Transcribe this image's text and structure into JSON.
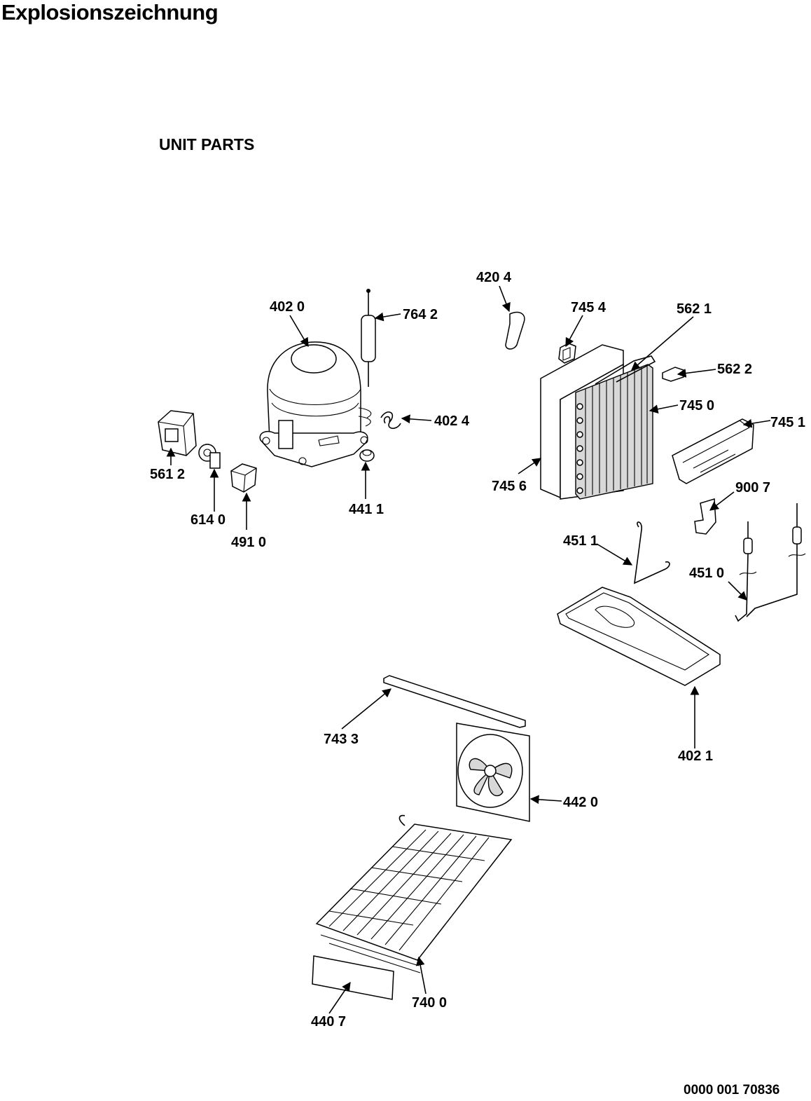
{
  "header": {
    "title": "Explosionszeichnung",
    "subtitle": "UNIT PARTS"
  },
  "footer": {
    "document_number": "0000 001 70836"
  },
  "parts": [
    {
      "id": "p4204",
      "label": "420 4"
    },
    {
      "id": "p4020",
      "label": "402 0"
    },
    {
      "id": "p7642",
      "label": "764 2"
    },
    {
      "id": "p7454",
      "label": "745 4"
    },
    {
      "id": "p5621",
      "label": "562 1"
    },
    {
      "id": "p5622",
      "label": "562 2"
    },
    {
      "id": "p7450",
      "label": "745 0"
    },
    {
      "id": "p4024",
      "label": "402 4"
    },
    {
      "id": "p7451",
      "label": "745 1"
    },
    {
      "id": "p5612",
      "label": "561 2"
    },
    {
      "id": "p7456",
      "label": "745 6"
    },
    {
      "id": "p4411",
      "label": "441 1"
    },
    {
      "id": "p9007",
      "label": "900 7"
    },
    {
      "id": "p6140",
      "label": "614 0"
    },
    {
      "id": "p4910",
      "label": "491 0"
    },
    {
      "id": "p4511",
      "label": "451 1"
    },
    {
      "id": "p4510",
      "label": "451 0"
    },
    {
      "id": "p7433",
      "label": "743 3"
    },
    {
      "id": "p4021",
      "label": "402 1"
    },
    {
      "id": "p4420",
      "label": "442 0"
    },
    {
      "id": "p7400",
      "label": "740 0"
    },
    {
      "id": "p4407",
      "label": "440 7"
    }
  ]
}
